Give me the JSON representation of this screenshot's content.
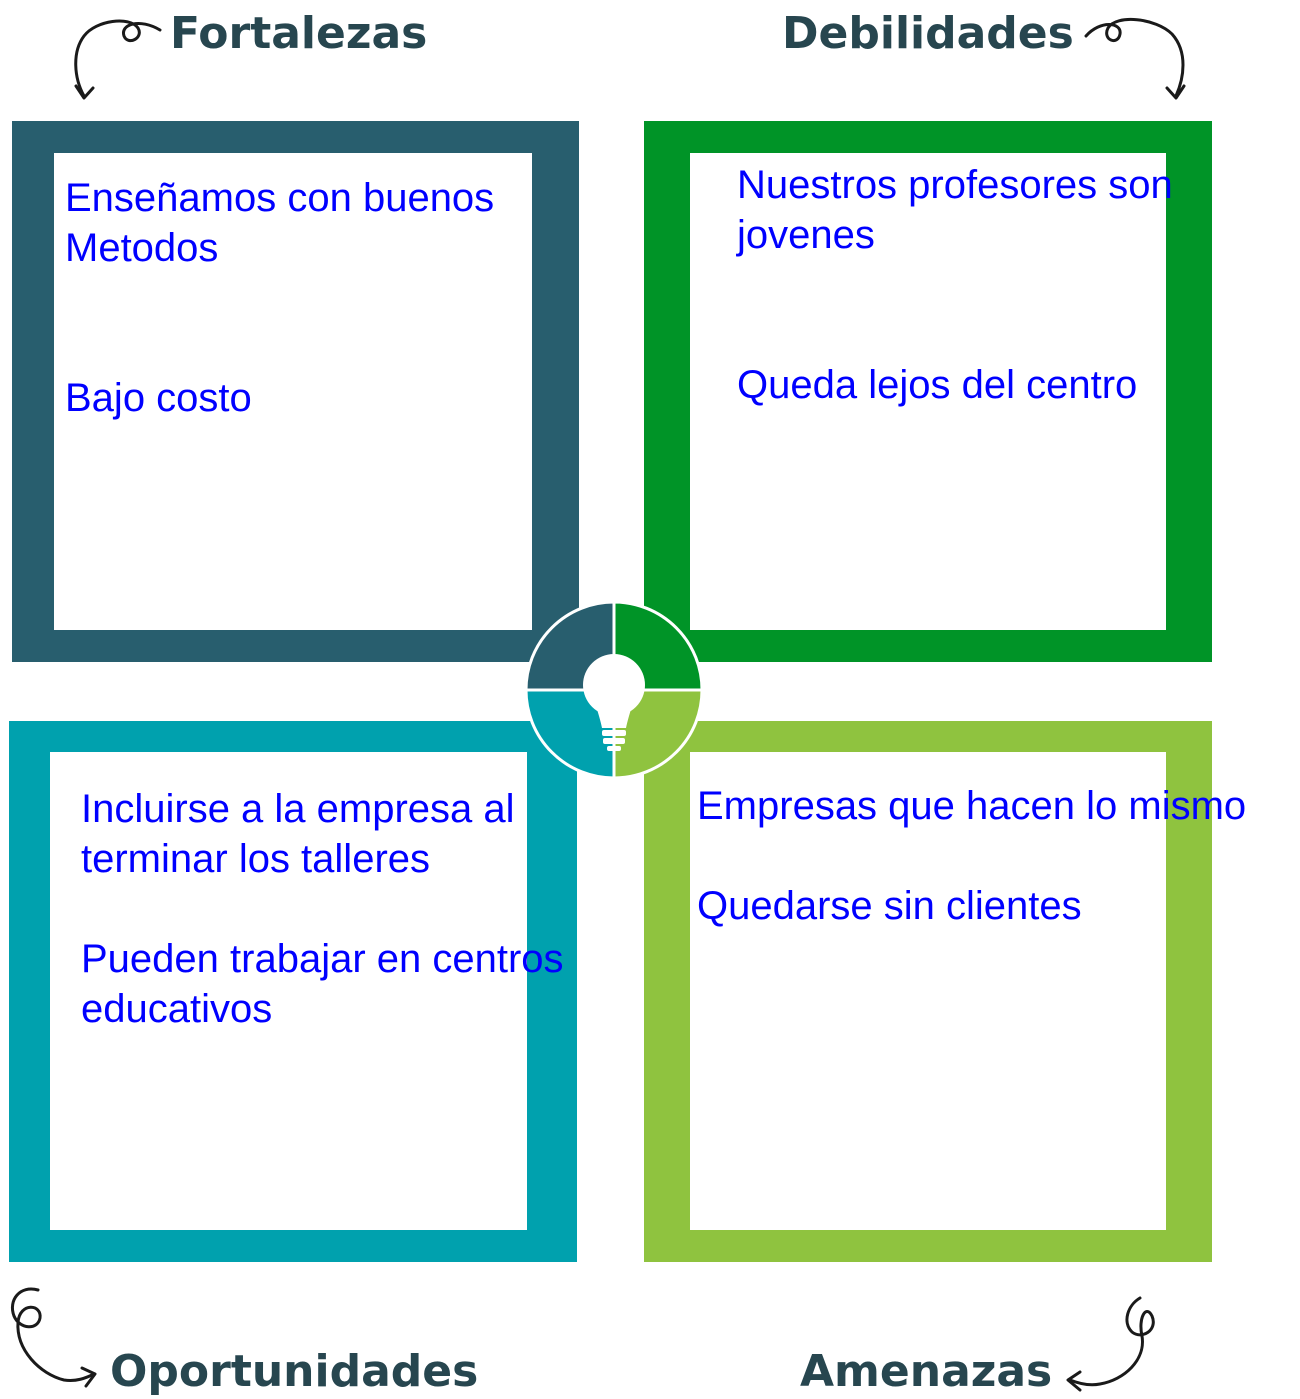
{
  "quadrants": {
    "fortalezas": {
      "title": "Fortalezas",
      "color": "#285e6e",
      "item1": "Enseñamos con buenos\nMetodos",
      "item2": "Bajo costo"
    },
    "debilidades": {
      "title": "Debilidades",
      "color": "#009427",
      "item1": "Nuestros profesores son\njovenes",
      "item2": "Queda lejos del centro"
    },
    "oportunidades": {
      "title": "Oportunidades",
      "color": "#00a1ae",
      "item1": "Incluirse a la empresa al\nterminar los talleres",
      "item2": "Pueden trabajar en centros\neducativos"
    },
    "amenazas": {
      "title": "Amenazas",
      "color": "#8fc33f",
      "item1": "Empresas que hacen lo mismo",
      "item2": "Quedarse sin clientes"
    }
  },
  "center": {
    "icon": "lightbulb-icon"
  }
}
